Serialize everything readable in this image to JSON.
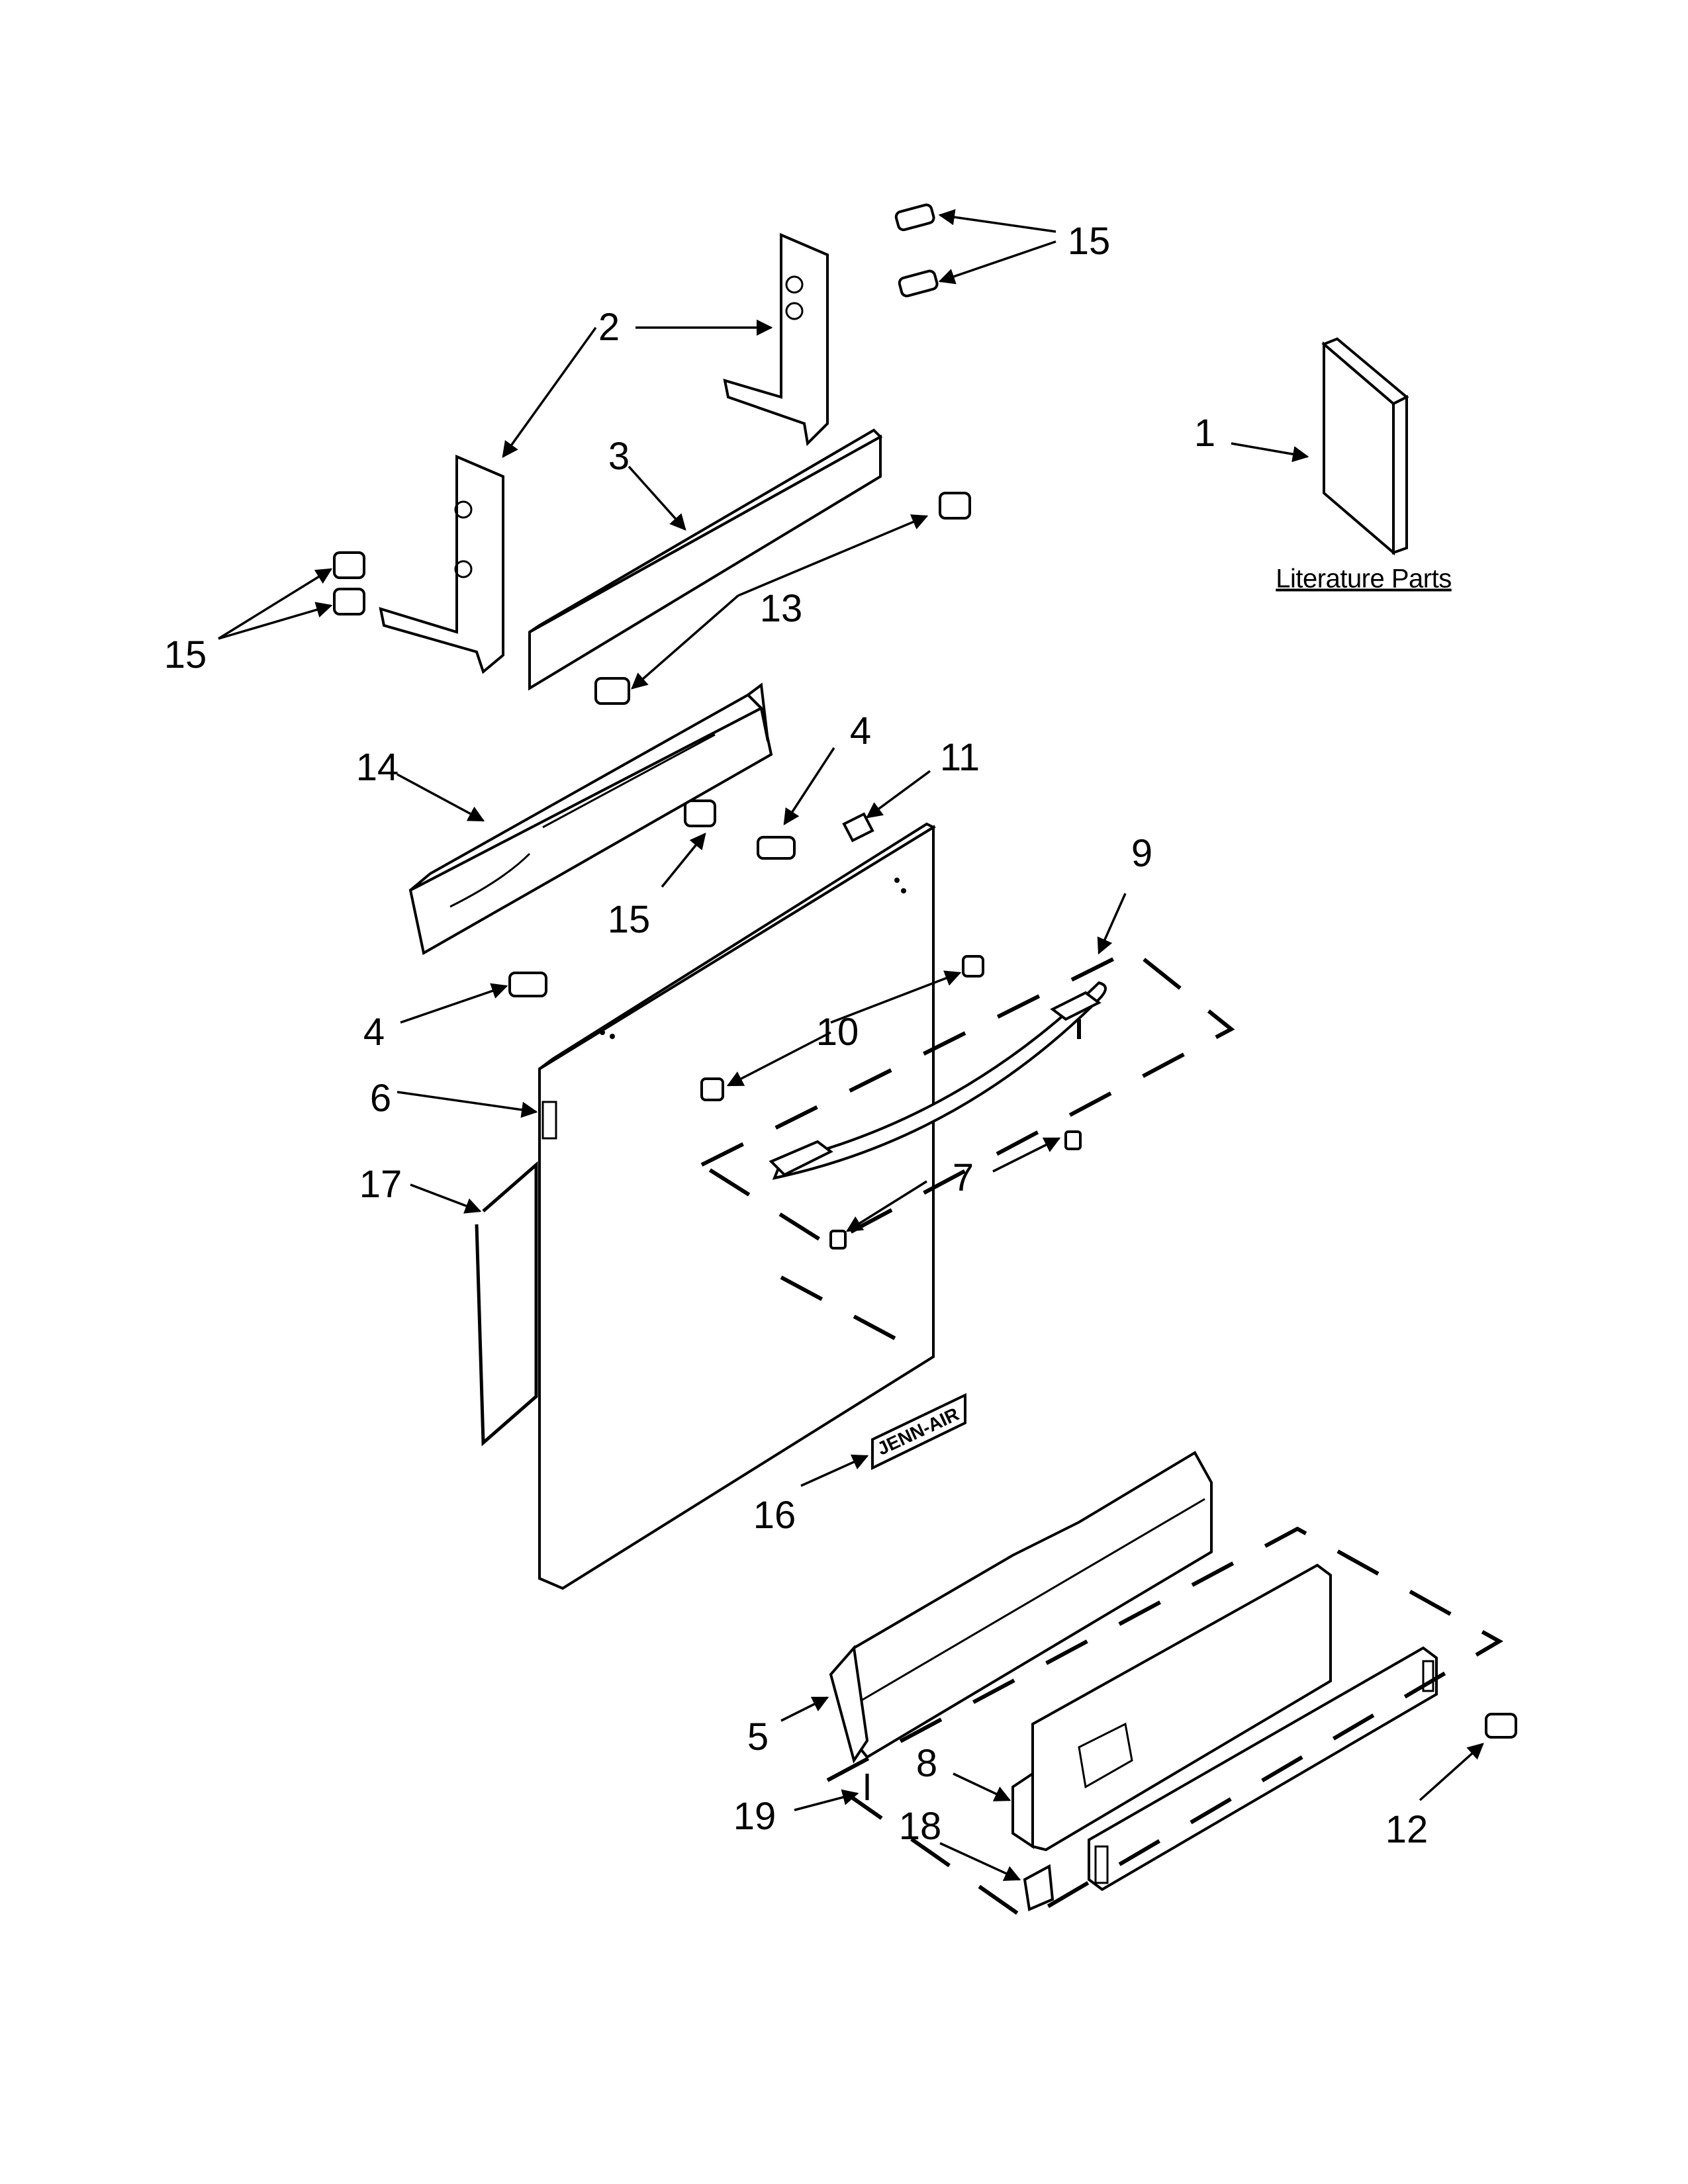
{
  "callouts": {
    "c1": "1",
    "c2": "2",
    "c3": "3",
    "c4a": "4",
    "c4b": "4",
    "c5": "5",
    "c6": "6",
    "c7": "7",
    "c8": "8",
    "c9": "9",
    "c10": "10",
    "c11": "11",
    "c12": "12",
    "c13": "13",
    "c14": "14",
    "c15a": "15",
    "c15b": "15",
    "c15c": "15",
    "c16": "16",
    "c17": "17",
    "c18": "18",
    "c19": "19"
  },
  "literature_label": "Literature Parts",
  "badge_text": "JENN-AIR"
}
